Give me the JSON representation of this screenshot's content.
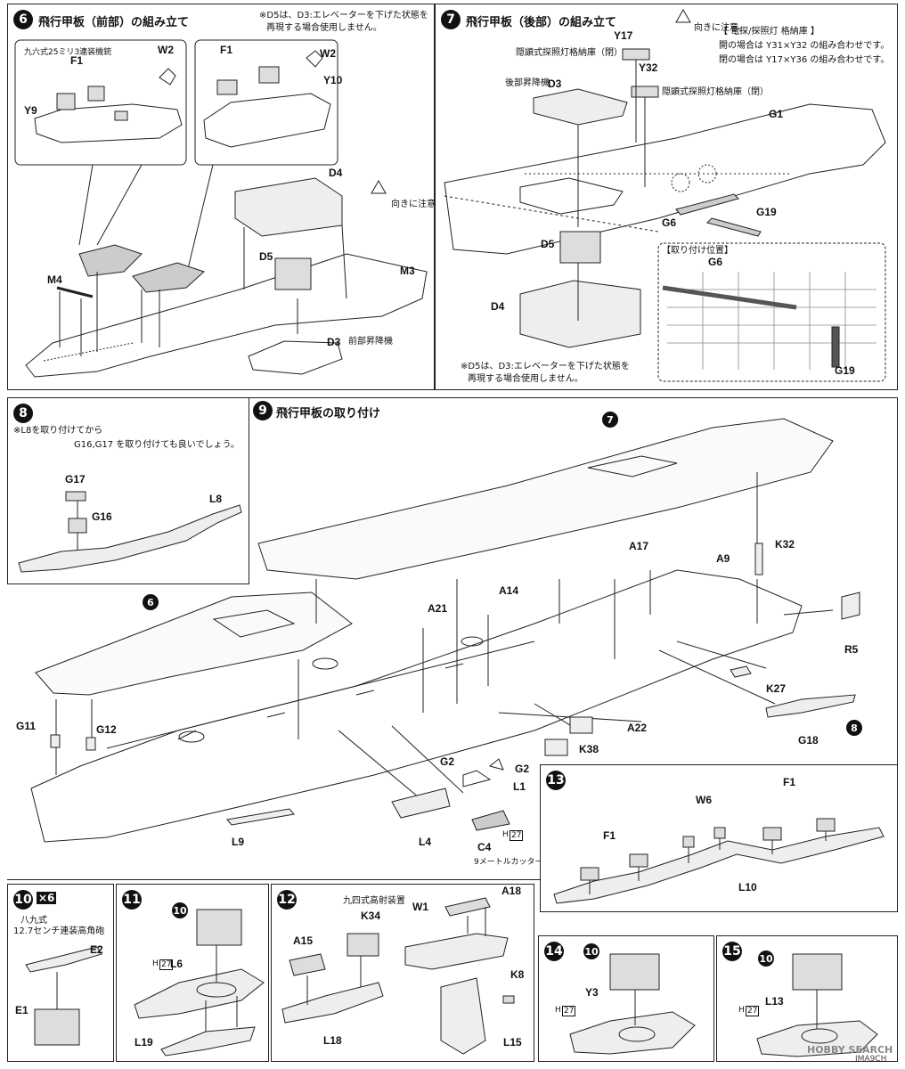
{
  "step6": {
    "num": "6",
    "title": "飛行甲板（前部）の組み立て",
    "note1": "※D5は、D3:エレベーターを下げた状態を",
    "note2": "再現する場合使用しません。",
    "gun_label": "九六式25ミリ3連装機銃",
    "warn": "向きに注意。",
    "elev": "前部昇降機",
    "parts": {
      "F1a": "F1",
      "W2a": "W2",
      "Y9": "Y9",
      "F1b": "F1",
      "W2b": "W2",
      "Y10": "Y10",
      "D4": "D4",
      "D5": "D5",
      "D3": "D3",
      "M3": "M3",
      "M4": "M4"
    }
  },
  "step7": {
    "num": "7",
    "title": "飛行甲板（後部）の組み立て",
    "warn": "向きに注意。",
    "hidden1": "隠顕式探照灯格納庫（閉）",
    "hidden2": "隠顕式探照灯格納庫（閉）",
    "rear_elev": "後部昇降機",
    "box_title": "【 電探/探照灯 格納庫 】",
    "box_l1": "開の場合は Y31×Y32 の組み合わせです。",
    "box_l2": "閉の場合は Y17×Y36 の組み合わせです。",
    "pos_title": "【取り付け位置】",
    "note1": "※D5は、D3:エレベーターを下げた状態を",
    "note2": "再現する場合使用しません。",
    "parts": {
      "Y17": "Y17",
      "Y32": "Y32",
      "D3": "D3",
      "G1": "G1",
      "D5": "D5",
      "D4": "D4",
      "G6": "G6",
      "G19": "G19",
      "G6b": "G6",
      "G19b": "G19"
    }
  },
  "step8": {
    "num": "8",
    "note1": "※L8を取り付けてから",
    "note2": "G16,G17 を取り付けても良いでしょう。",
    "parts": {
      "G17": "G17",
      "G16": "G16",
      "L8": "L8"
    }
  },
  "step9": {
    "num": "9",
    "title": "飛行甲板の取り付け",
    "cutter": "9メートルカッター",
    "h27": "27",
    "parts": {
      "b7": "7",
      "b6": "6",
      "b8": "8",
      "A17": "A17",
      "A9": "A9",
      "K32": "K32",
      "A14": "A14",
      "A21": "A21",
      "R5": "R5",
      "K27": "K27",
      "A22": "A22",
      "K38": "K38",
      "G18": "G18",
      "G11": "G11",
      "G12": "G12",
      "G2a": "G2",
      "G2b": "G2",
      "L1": "L1",
      "L9": "L9",
      "L4": "L4",
      "C4": "C4",
      "H": "H"
    }
  },
  "step10": {
    "num": "10",
    "mult": "×6",
    "l1": "八九式",
    "l2": "12.7センチ連装高角砲",
    "parts": {
      "E2": "E2",
      "E1": "E1"
    }
  },
  "step11": {
    "num": "11",
    "parts": {
      "b10": "10",
      "L6": "L6",
      "L19": "L19",
      "H": "H",
      "h27": "27"
    }
  },
  "step12": {
    "num": "12",
    "radar": "九四式高射装置",
    "parts": {
      "A18": "A18",
      "K34": "K34",
      "W1": "W1",
      "A15": "A15",
      "K8": "K8",
      "L18": "L18",
      "L15": "L15"
    }
  },
  "step13": {
    "num": "13",
    "parts": {
      "F1a": "F1",
      "W6": "W6",
      "F1b": "F1",
      "L10": "L10"
    }
  },
  "step14": {
    "num": "14",
    "parts": {
      "b10": "10",
      "Y3": "Y3",
      "H": "H",
      "h27": "27"
    }
  },
  "step15": {
    "num": "15",
    "parts": {
      "b10": "10",
      "L13": "L13",
      "H": "H",
      "h27": "27"
    }
  },
  "footer": {
    "watermark": "HOBBY SEARCH",
    "code": "IMA9CH"
  }
}
